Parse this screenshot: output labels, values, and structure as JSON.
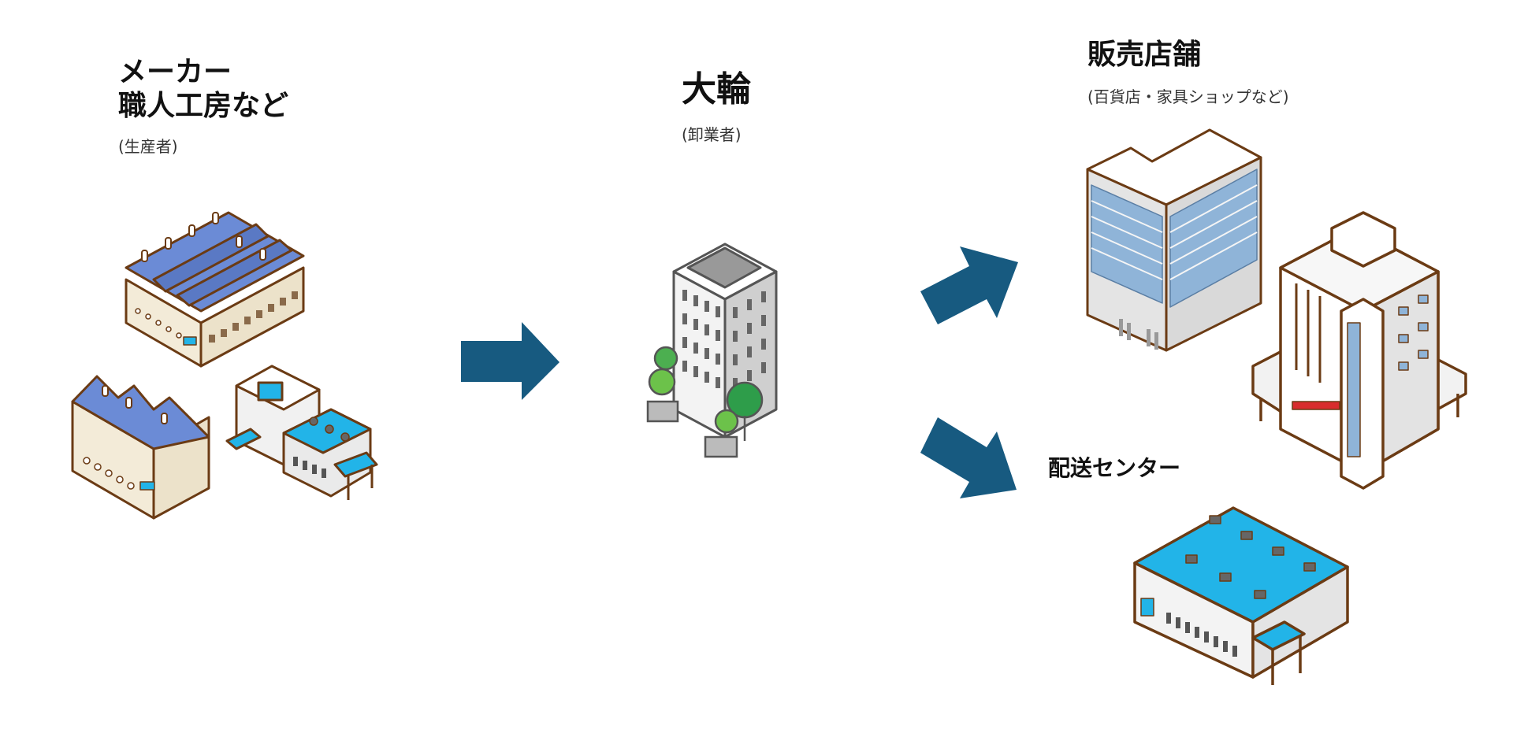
{
  "maker": {
    "title_line1": "メーカー",
    "title_line2": "職人工房など",
    "subtitle": "(生産者)"
  },
  "wholesale": {
    "title": "大輪",
    "subtitle": "(卸業者)"
  },
  "store": {
    "title": "販売店舗",
    "subtitle": "(百貨店・家具ショップなど)"
  },
  "distribution": {
    "title": "配送センター"
  },
  "colors": {
    "arrow": "#175a80",
    "outline": "#6b3b14",
    "roof_blue": "#6b8bd6",
    "roof_cyan": "#22b4e8",
    "glass": "#8fb4d8",
    "tree": "#4caf50"
  }
}
